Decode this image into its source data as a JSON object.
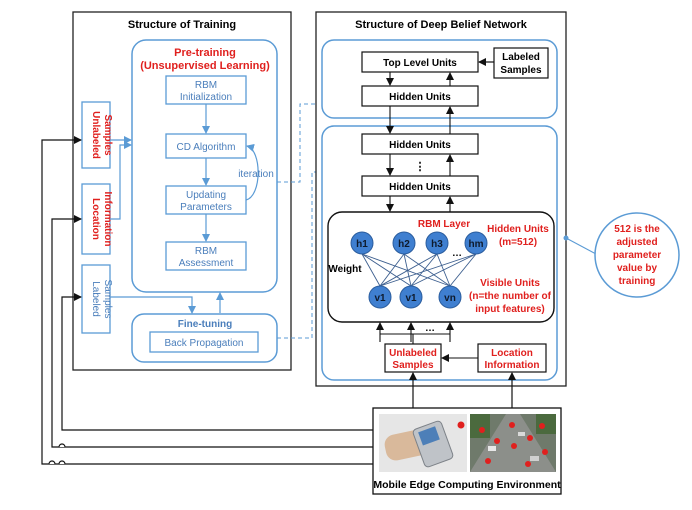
{
  "training": {
    "title": "Structure of Training",
    "pretraining_line1": "Pre-training",
    "pretraining_line2": "(Unsupervised Learning)",
    "rbm_init_line1": "RBM",
    "rbm_init_line2": "Initialization",
    "cd_algorithm": "CD Algorithm",
    "updating_line1": "Updating",
    "updating_line2": "Parameters",
    "iteration": "iteration",
    "rbm_assess_line1": "RBM",
    "rbm_assess_line2": "Assessment",
    "finetuning": "Fine-tuning",
    "backprop": "Back Propagation",
    "unlabeled_line1": "Unlabeled",
    "unlabeled_line2": "Samples",
    "location_line1": "Location",
    "location_line2": "Information",
    "labeled_line1": "Labeled",
    "labeled_line2": "Samples"
  },
  "dbn": {
    "title": "Structure of Deep Belief Network",
    "top_level": "Top Level Units",
    "labeled_line1": "Labeled",
    "labeled_line2": "Samples",
    "hidden": "Hidden Units",
    "dots": "⋮",
    "rbm_layer": "RBM Layer",
    "hidden_units_label": "Hidden Units",
    "hidden_units_m": "(m=512)",
    "weight": "Weight",
    "visible_line1": "Visible Units",
    "visible_line2": "(n=the number of",
    "visible_line3": "input features)",
    "h_nodes": [
      "h1",
      "h2",
      "h3",
      "hm"
    ],
    "v_nodes": [
      "v1",
      "v1",
      "vn"
    ],
    "ellipsis": "…",
    "unlabeled_line1": "Unlabeled",
    "unlabeled_line2": "Samples",
    "location_line1": "Location",
    "location_line2": "Information"
  },
  "note": {
    "line1": "512 is the",
    "line2": "adjusted",
    "line3": "parameter",
    "line4": "value by",
    "line5": "training"
  },
  "mec": {
    "caption": "Mobile Edge Computing Environment"
  },
  "colors": {
    "blue": "#5b9bd5",
    "blue_text": "#4a7ebb",
    "red": "#e0201e",
    "node": "#3f7fd0"
  }
}
